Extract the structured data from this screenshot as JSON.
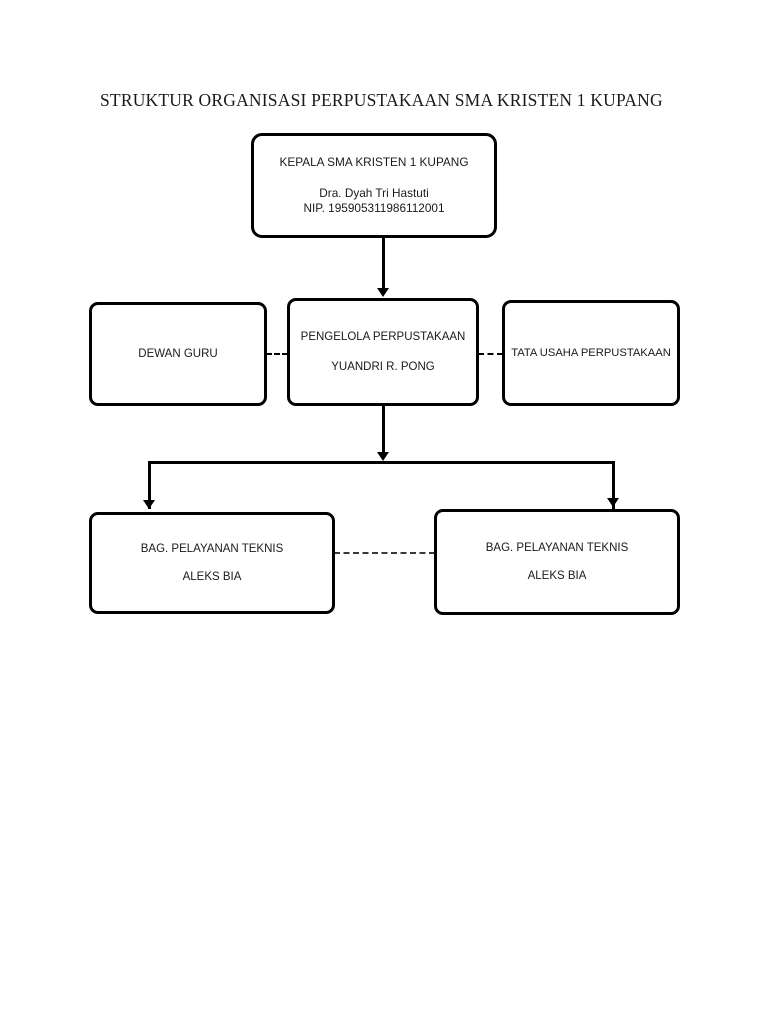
{
  "document": {
    "title": "STRUKTUR ORGANISASI  PERPUSTAKAAN SMA KRISTEN 1 KUPANG"
  },
  "chart_data": {
    "type": "diagram",
    "subtype": "organization-chart",
    "title": "STRUKTUR ORGANISASI  PERPUSTAKAAN SMA KRISTEN 1 KUPANG",
    "orientation": "top-down",
    "nodes": [
      {
        "id": "kepala",
        "role": "KEPALA SMA KRISTEN 1 KUPANG",
        "person": "Dra. Dyah Tri Hastuti",
        "identifier": "NIP. 195905311986112001",
        "level": 1
      },
      {
        "id": "dewan-guru",
        "role": "DEWAN GURU",
        "person": "",
        "identifier": "",
        "level": 2
      },
      {
        "id": "pengelola",
        "role": "PENGELOLA PERPUSTAKAAN",
        "person": "YUANDRI R. PONG",
        "identifier": "",
        "level": 2
      },
      {
        "id": "tata-usaha",
        "role": "TATA USAHA PERPUSTAKAAN",
        "person": "",
        "identifier": "",
        "level": 2
      },
      {
        "id": "teknis-left",
        "role": "BAG. PELAYANAN TEKNIS",
        "person": "ALEKS BIA",
        "identifier": "",
        "level": 3
      },
      {
        "id": "teknis-right",
        "role": "BAG. PELAYANAN TEKNIS",
        "person": "ALEKS BIA",
        "identifier": "",
        "level": 3
      }
    ],
    "edges": [
      {
        "from": "kepala",
        "to": "pengelola",
        "style": "solid-arrow"
      },
      {
        "from": "dewan-guru",
        "to": "pengelola",
        "style": "dashed"
      },
      {
        "from": "pengelola",
        "to": "tata-usaha",
        "style": "dashed"
      },
      {
        "from": "pengelola",
        "to": "teknis-left",
        "style": "solid-arrow"
      },
      {
        "from": "pengelola",
        "to": "teknis-right",
        "style": "solid-arrow"
      },
      {
        "from": "teknis-left",
        "to": "teknis-right",
        "style": "dashed"
      }
    ],
    "colors": {
      "background": "#ffffff",
      "box_border": "#000000",
      "box_fill": "#ffffff",
      "text": "#1a1a1a",
      "connector": "#000000"
    }
  }
}
